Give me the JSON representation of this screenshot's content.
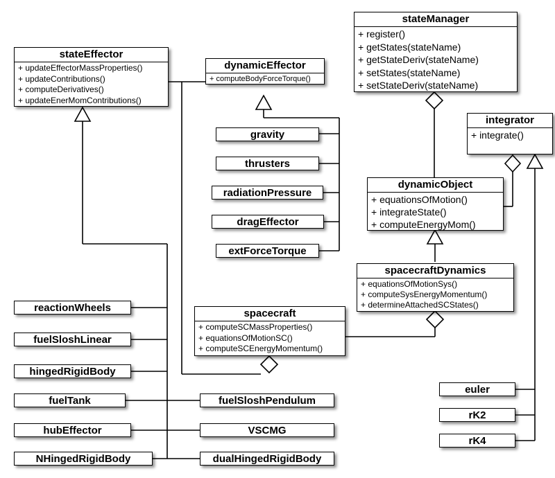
{
  "diagram": {
    "classes": {
      "stateEffector": {
        "name": "stateEffector",
        "methods": [
          "+ updateEffectorMassProperties()",
          "+ updateContributions()",
          "+ computeDerivatives()",
          "+ updateEnerMomContributions()"
        ]
      },
      "dynamicEffector": {
        "name": "dynamicEffector",
        "methods": [
          "+ computeBodyForceTorque()"
        ]
      },
      "stateManager": {
        "name": "stateManager",
        "methods": [
          "+ register()",
          "+ getStates(stateName)",
          "+ getStateDeriv(stateName)",
          "+ setStates(stateName)",
          "+ setStateDeriv(stateName)"
        ]
      },
      "integrator": {
        "name": "integrator",
        "methods": [
          "+ integrate()"
        ]
      },
      "dynamicObject": {
        "name": "dynamicObject",
        "methods": [
          "+ equationsOfMotion()",
          "+ integrateState()",
          "+ computeEnergyMom()"
        ]
      },
      "spacecraftDynamics": {
        "name": "spacecraftDynamics",
        "methods": [
          "+ equationsOfMotionSys()",
          "+ computeSysEnergyMomentum()",
          "+ determineAttachedSCStates()"
        ]
      },
      "spacecraft": {
        "name": "spacecraft",
        "methods": [
          "+ computeSCMassProperties()",
          "+ equationsOfMotionSC()",
          "+ computeSCEnergyMomentum()"
        ]
      }
    },
    "boxes": {
      "gravity": "gravity",
      "thrusters": "thrusters",
      "radiationPressure": "radiationPressure",
      "dragEffector": "dragEffector",
      "extForceTorque": "extForceTorque",
      "reactionWheels": "reactionWheels",
      "fuelSloshLinear": "fuelSloshLinear",
      "hingedRigidBody": "hingedRigidBody",
      "fuelTank": "fuelTank",
      "fuelSloshPendulum": "fuelSloshPendulum",
      "hubEffector": "hubEffector",
      "VSCMG": "VSCMG",
      "NHingedRigidBody": "NHingedRigidBody",
      "dualHingedRigidBody": "dualHingedRigidBody",
      "euler": "euler",
      "rK2": "rK2",
      "rK4": "rK4"
    }
  }
}
